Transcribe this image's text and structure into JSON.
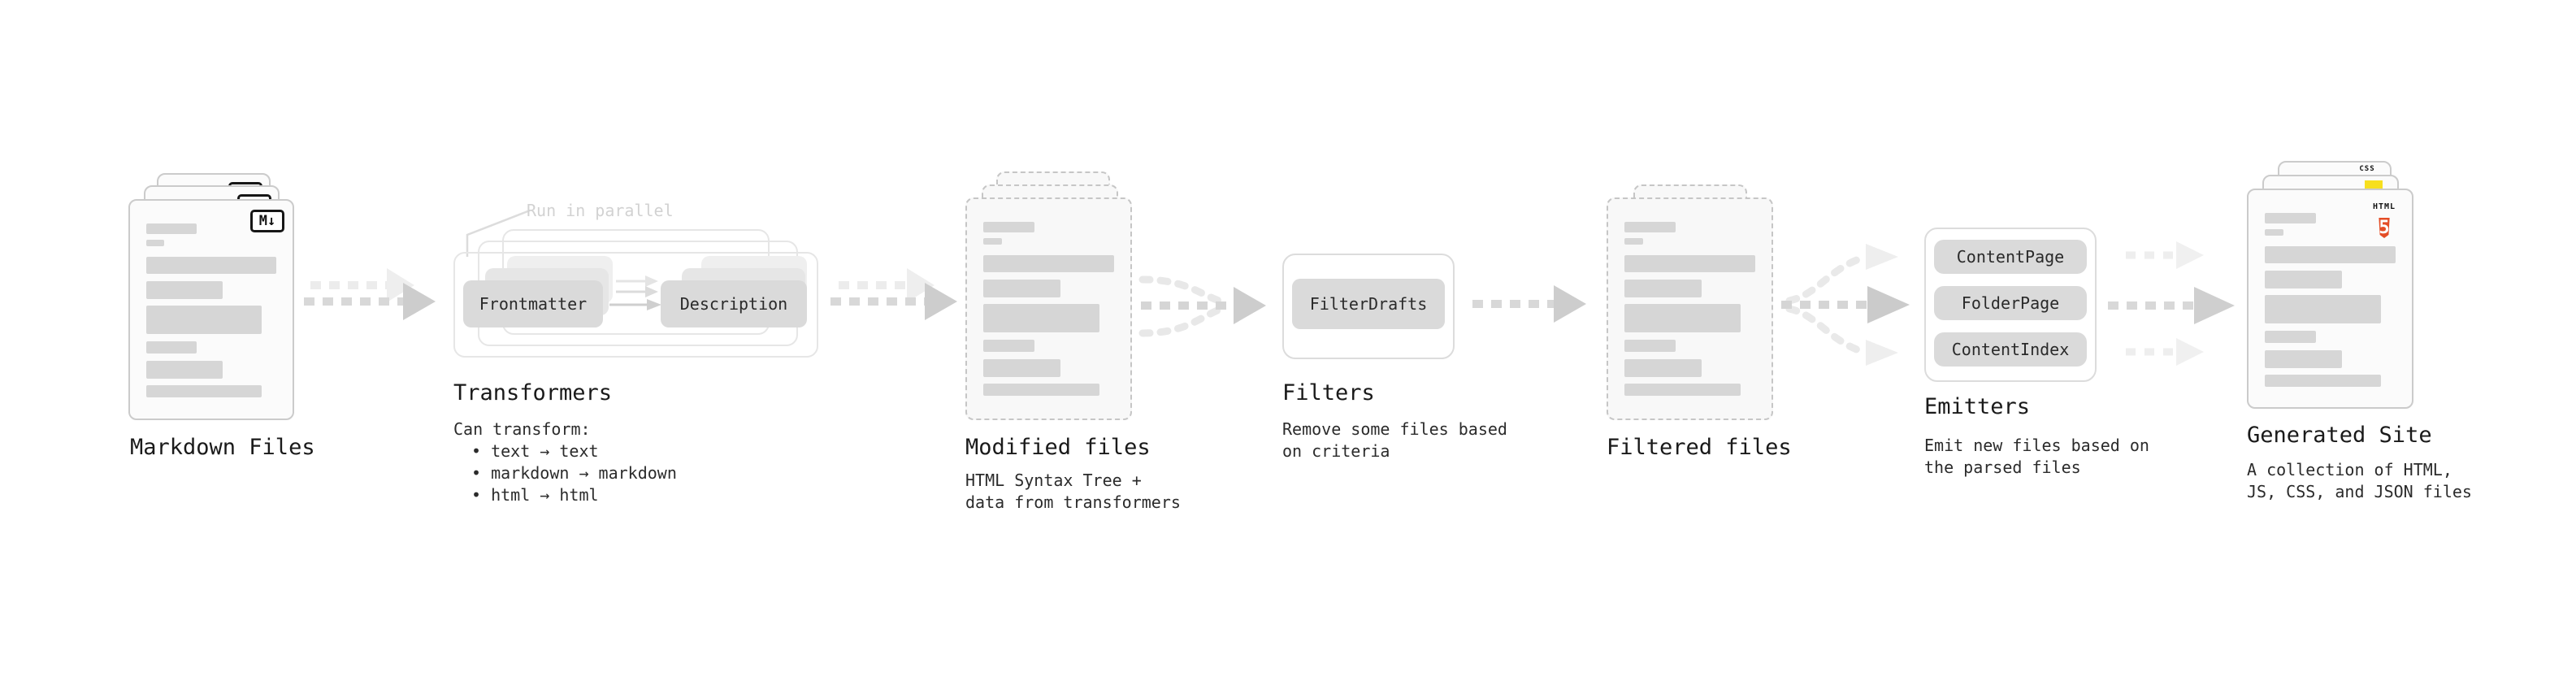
{
  "stages": {
    "markdown": {
      "label": "Markdown Files",
      "badge": "M↓"
    },
    "transformers": {
      "label": "Transformers",
      "annotation": "Run in parallel",
      "box_left": "Frontmatter",
      "box_right": "Description",
      "desc_title": "Can transform:",
      "bullets": [
        "• text → text",
        "• markdown → markdown",
        "• html → html"
      ]
    },
    "modified": {
      "label": "Modified files",
      "desc": [
        "HTML Syntax Tree +",
        "data from transformers"
      ]
    },
    "filters": {
      "label": "Filters",
      "box": "FilterDrafts",
      "desc": [
        "Remove some files based",
        "on criteria"
      ]
    },
    "filtered": {
      "label": "Filtered files"
    },
    "emitters": {
      "label": "Emitters",
      "boxes": [
        "ContentPage",
        "FolderPage",
        "ContentIndex"
      ],
      "desc": [
        "Emit new files based on",
        "the parsed files"
      ]
    },
    "generated": {
      "label": "Generated Site",
      "desc": [
        "A collection of HTML,",
        "JS, CSS, and JSON files"
      ],
      "badge_css": "CSS",
      "badge_html_text": "HTML",
      "badge_html_number": "5"
    }
  },
  "colors": {
    "html5_orange": "#e44d26",
    "js_yellow": "#f7df1e",
    "css_blue": "#2962ff",
    "arrow_gray": "#d5d5d5",
    "annotation_gray": "#d2d2d2"
  }
}
